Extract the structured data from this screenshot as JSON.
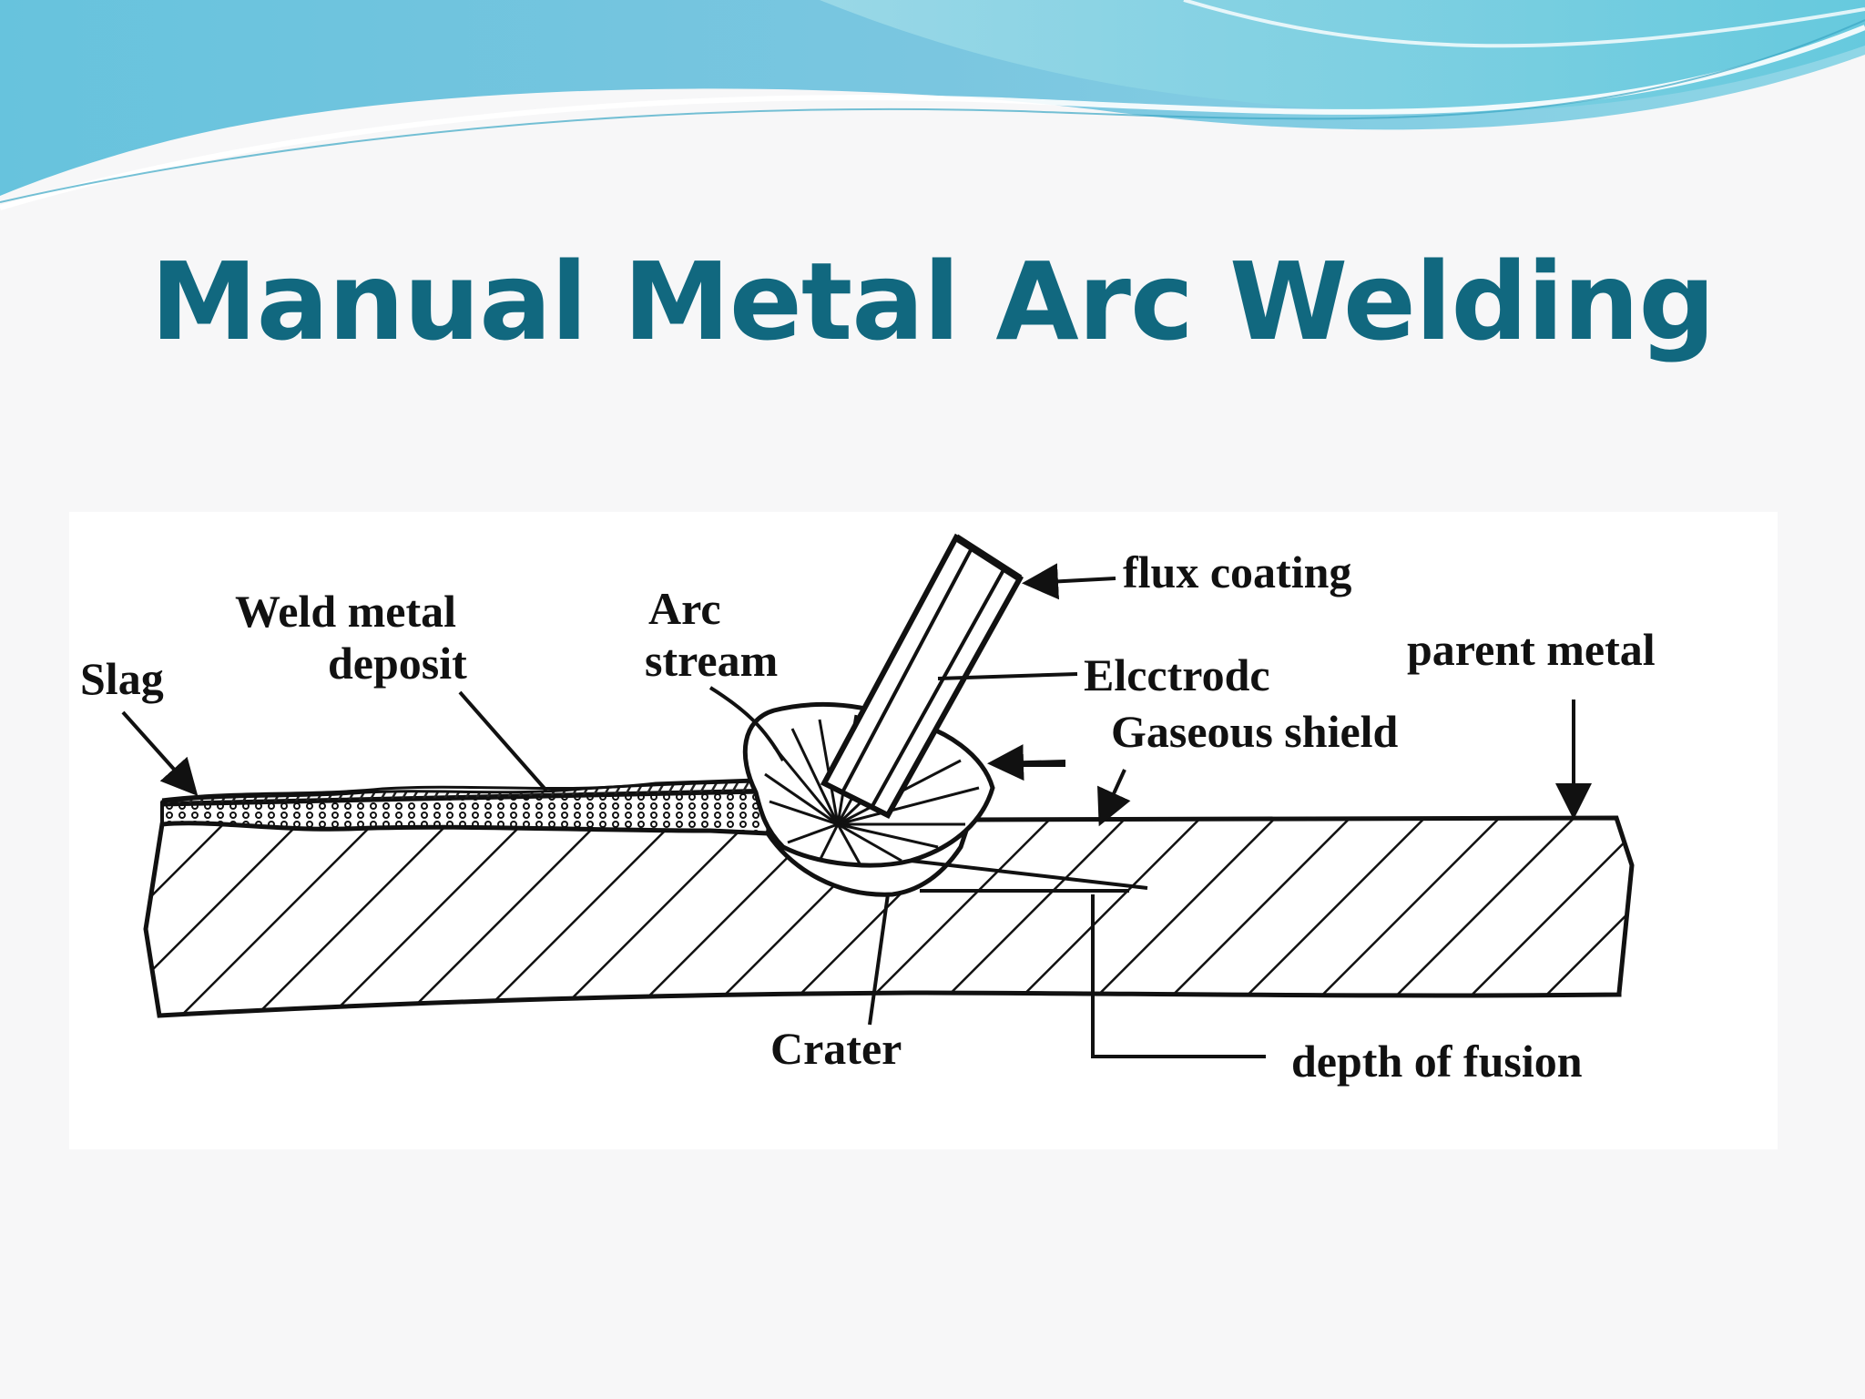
{
  "slide": {
    "title": "Manual Metal Arc Welding"
  },
  "diagram": {
    "labels": {
      "slag": "Slag",
      "weld_metal_line1": "Weld metal",
      "weld_metal_line2": "deposit",
      "arc_line1": "Arc",
      "arc_line2": "stream",
      "flux_coating": "flux coating",
      "electrode": "Elcctrodc",
      "gaseous_shield": "Gaseous shield",
      "parent_metal": "parent metal",
      "crater": "Crater",
      "depth_of_fusion": "depth of fusion"
    }
  },
  "colors": {
    "title": "#11687f",
    "wave_dark": "#5ab8d6",
    "wave_light": "#a6e0ec",
    "ink": "#111111"
  }
}
